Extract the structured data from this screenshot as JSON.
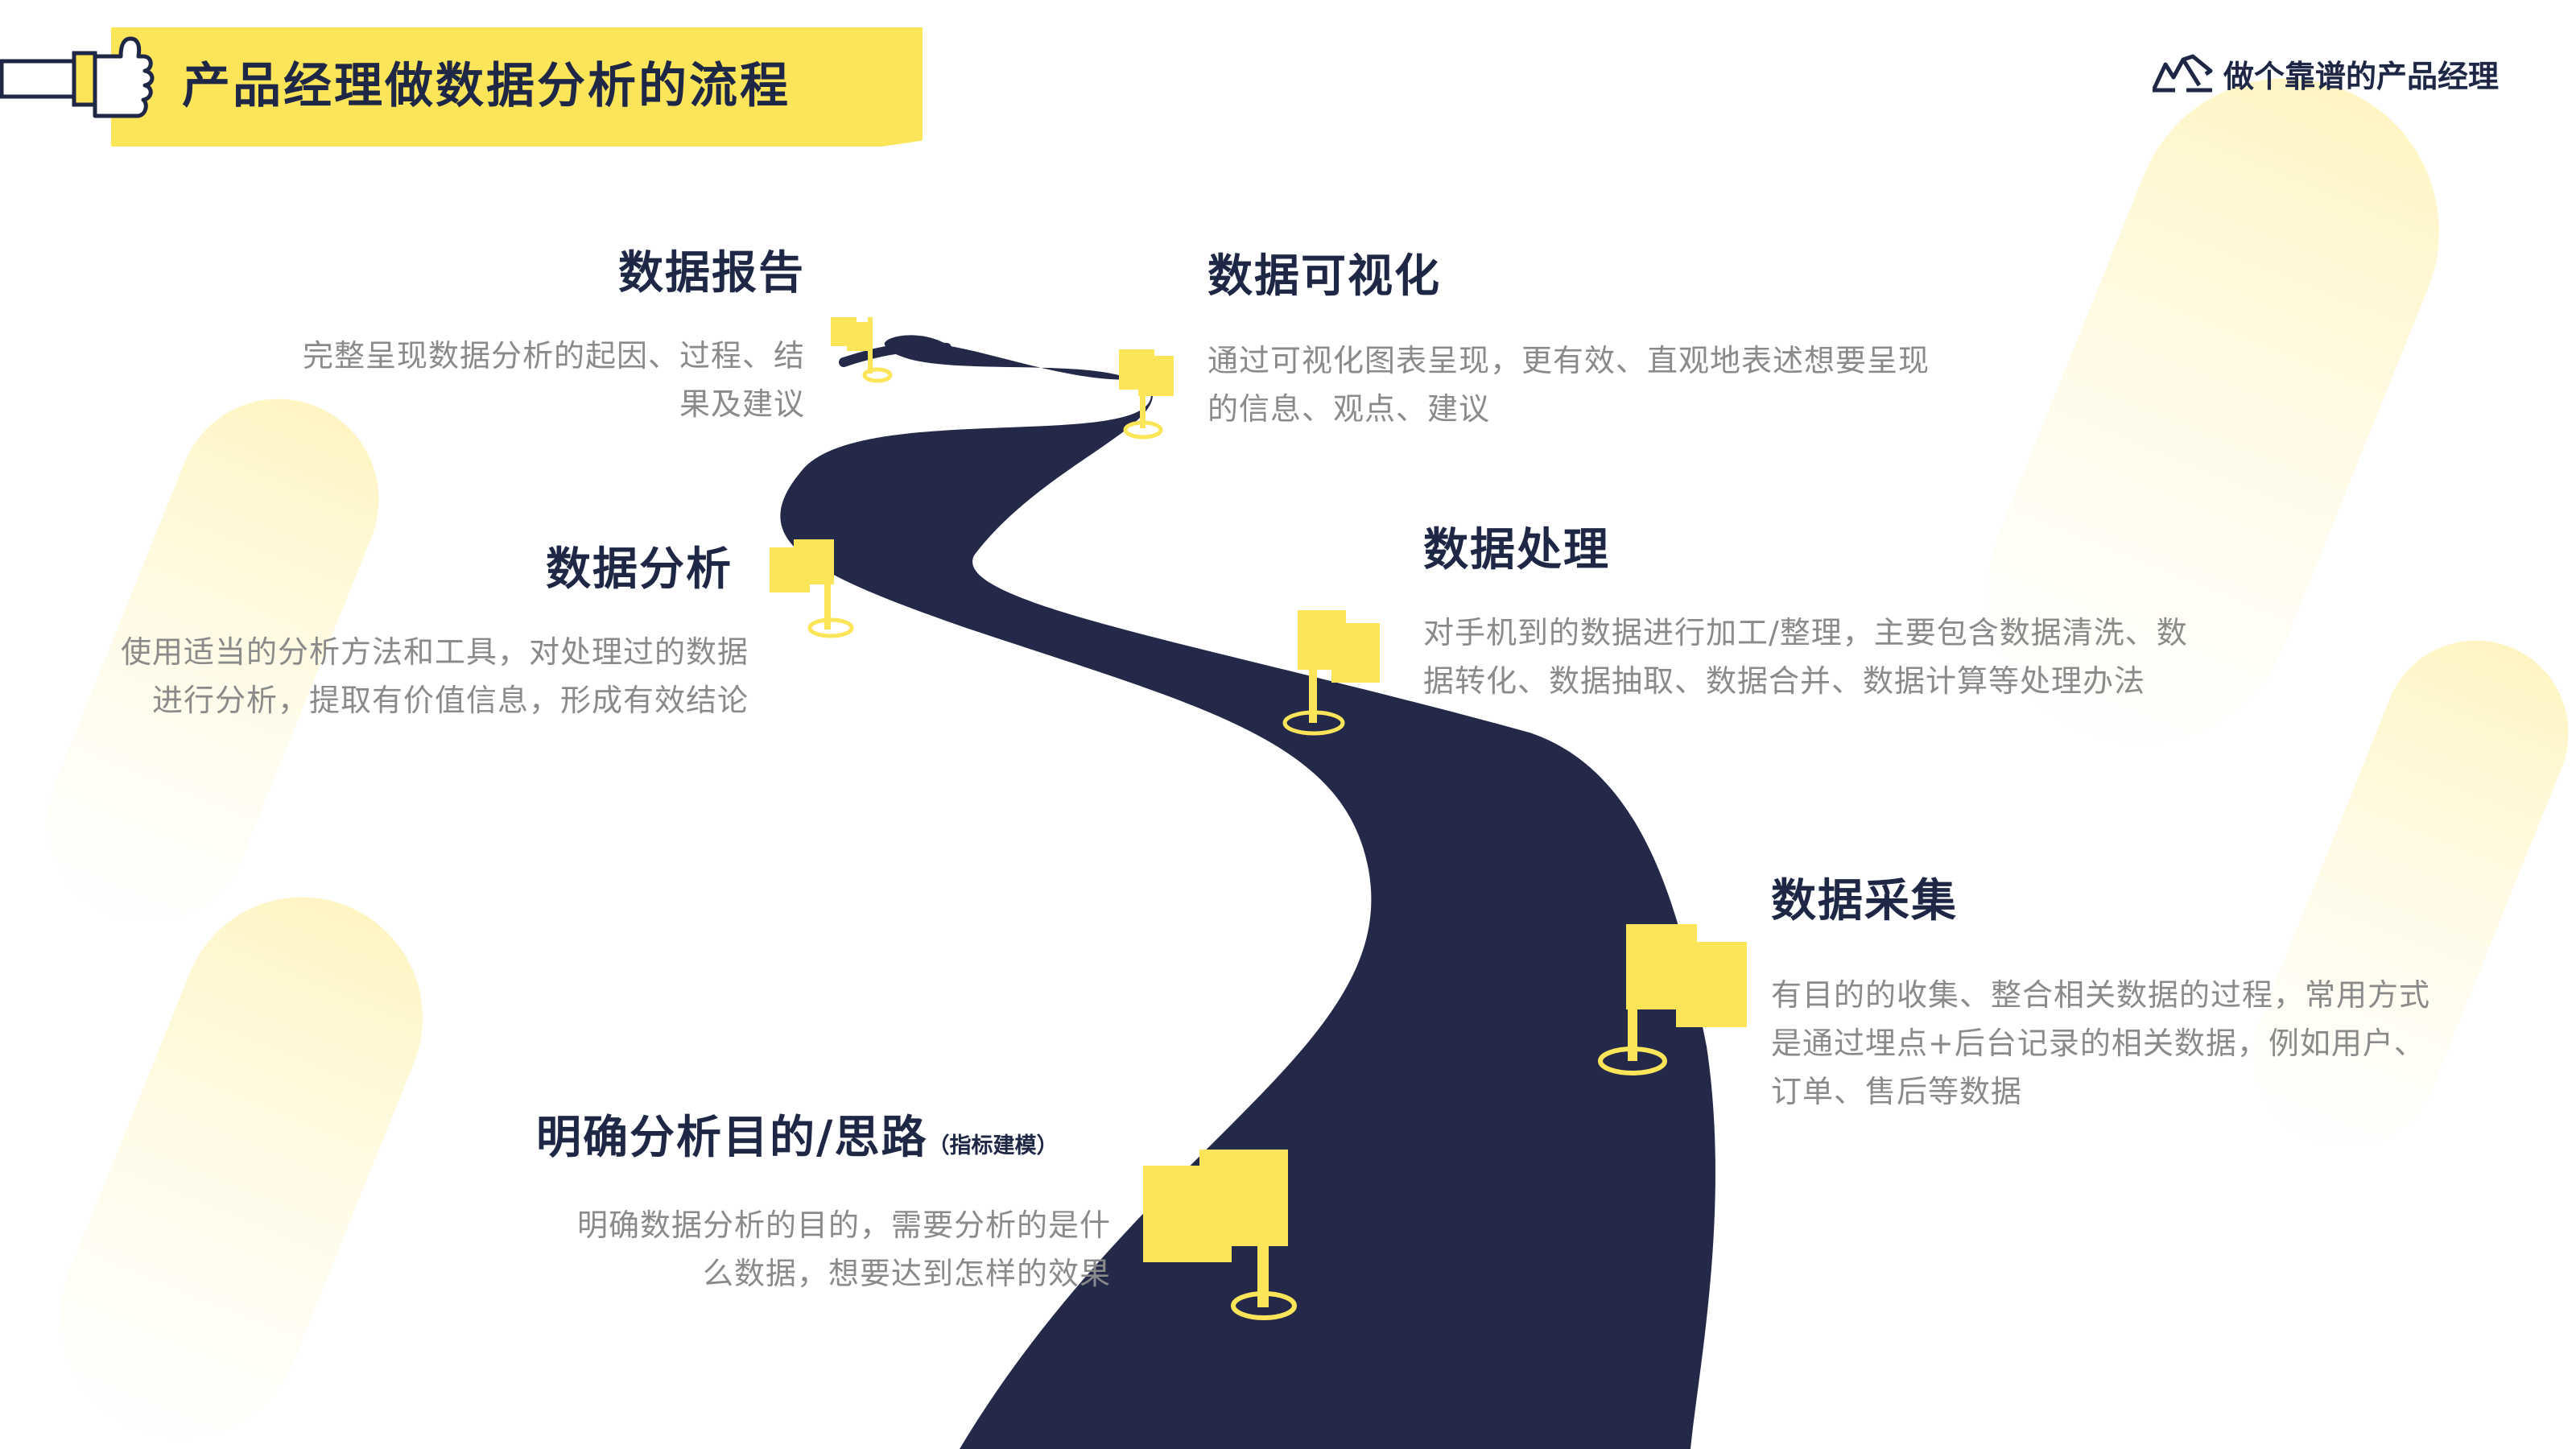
{
  "title": "产品经理做数据分析的流程",
  "brand": {
    "logo_icon": "mountain-logo-icon",
    "name": "做个靠谱的产品经理"
  },
  "colors": {
    "accent_yellow": "#fde55a",
    "road_navy": "#24294a",
    "text_dark": "#1f2746",
    "text_gray": "#8a8a8a"
  },
  "steps": [
    {
      "id": "data-report",
      "title": "数据报告",
      "description_lines": [
        "完整呈现数据分析的起因、过程、结",
        "果及建议"
      ]
    },
    {
      "id": "data-visualization",
      "title": "数据可视化",
      "description_lines": [
        "通过可视化图表呈现，更有效、直观地表述想要呈现",
        "的信息、观点、建议"
      ]
    },
    {
      "id": "data-analysis",
      "title": "数据分析",
      "description_lines": [
        "使用适当的分析方法和工具，对处理过的数据",
        "进行分析，提取有价值信息，形成有效结论"
      ]
    },
    {
      "id": "data-processing",
      "title": "数据处理",
      "description_lines": [
        "对手机到的数据进行加工/整理，主要包含数据清洗、数",
        "据转化、数据抽取、数据合并、数据计算等处理办法"
      ]
    },
    {
      "id": "data-collection",
      "title": "数据采集",
      "description_lines": [
        "有目的的收集、整合相关数据的过程，常用方式",
        "是通过埋点+后台记录的相关数据，例如用户、",
        "订单、售后等数据"
      ]
    },
    {
      "id": "define-goal",
      "title": "明确分析目的/思路",
      "title_suffix": "（指标建模）",
      "description_lines": [
        "明确数据分析的目的，需要分析的是什",
        "么数据，想要达到怎样的效果"
      ]
    }
  ]
}
